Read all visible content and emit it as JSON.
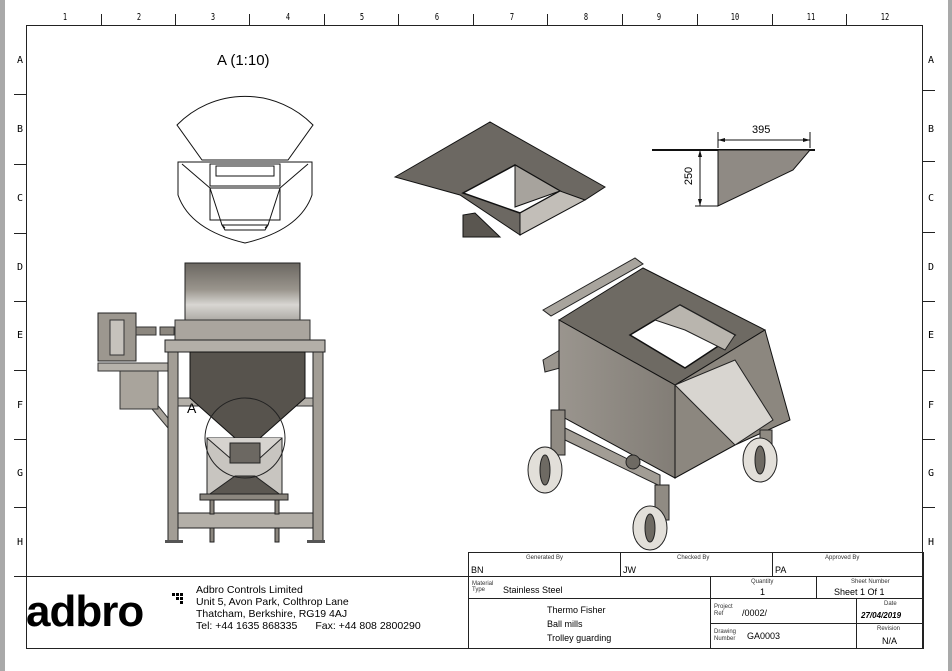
{
  "sheet": {
    "column_labels": [
      "1",
      "2",
      "3",
      "4",
      "5",
      "6",
      "7",
      "8",
      "9",
      "10",
      "11",
      "12"
    ],
    "row_labels": [
      "A",
      "B",
      "C",
      "D",
      "E",
      "F",
      "G",
      "H"
    ]
  },
  "views": {
    "detail_title": "A (1:10)",
    "detail_marker": "A",
    "dimension_width": "395",
    "dimension_height": "250"
  },
  "company": {
    "logo_text": "adbro",
    "name": "Adbro Controls Limited",
    "address_line1": "Unit 5, Avon Park, Colthrop Lane",
    "address_line2": "Thatcham, Berkshire, RG19 4AJ",
    "phone": "Tel: +44 1635 868335",
    "fax": "Fax: +44 808 2800290"
  },
  "title_block": {
    "generated_by_label": "Generated By",
    "generated_by": "BN",
    "checked_by_label": "Checked By",
    "checked_by": "JW",
    "approved_by_label": "Approved By",
    "approved_by": "PA",
    "material_label_1": "Material",
    "material_label_2": "Type",
    "material": "Stainless Steel",
    "quantity_label": "Quantity",
    "quantity": "1",
    "sheet_number_label": "Sheet Number",
    "sheet_number": "Sheet 1 Of 1",
    "description_line1": "Thermo Fisher",
    "description_line2": "Ball mills",
    "description_line3": "Trolley guarding",
    "project_ref_label_1": "Project",
    "project_ref_label_2": "Ref",
    "project_ref": "/0002/",
    "date_label": "Date",
    "date": "27/04/2019",
    "drawing_number_label_1": "Drawing",
    "drawing_number_label_2": "Number",
    "drawing_number": "GA0003",
    "revision_label": "Revision",
    "revision": "N/A"
  },
  "colors": {
    "page_bg": "#a9a9a9",
    "sheet": "#ffffff",
    "steel_dark": "#5a5650",
    "steel_mid": "#8f8a84",
    "steel_light": "#c9c6c1",
    "line": "#222222"
  }
}
